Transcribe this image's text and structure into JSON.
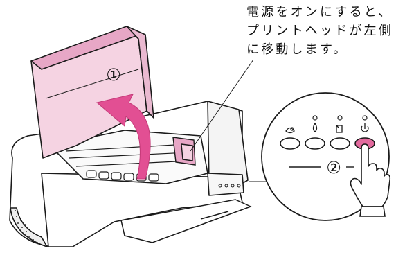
{
  "caption": {
    "lines": [
      "電源をオンにすると、",
      "プリントヘッドが左側",
      "に移動します。"
    ]
  },
  "steps": {
    "open_cover": "①",
    "press_power": "②"
  },
  "control_panel": {
    "buttons": [
      {
        "icon": "ink-cartridge-icon",
        "lit": false
      },
      {
        "icon": "ink-drop-icon",
        "lit": false
      },
      {
        "icon": "paper-icon",
        "lit": false
      },
      {
        "icon": "power-icon",
        "lit": true
      }
    ]
  },
  "colors": {
    "cover_fill": "#f5d3e2",
    "cover_dark": "#e7a7c6",
    "arrow": "#e24f93",
    "power_button": "#e36a9e",
    "outline": "#1a1a1a"
  }
}
